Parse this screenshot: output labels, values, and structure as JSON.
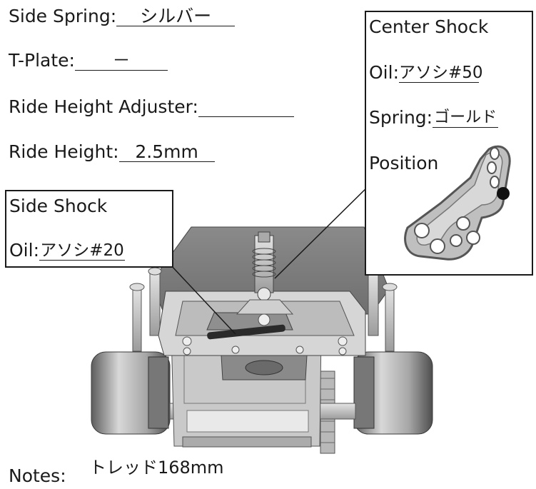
{
  "fields": {
    "side_spring": {
      "label": "Side Spring:",
      "value": "シルバー"
    },
    "t_plate": {
      "label": "T-Plate:",
      "value": "－"
    },
    "ride_height_adjuster": {
      "label": "Ride Height Adjuster:",
      "value": ""
    },
    "ride_height": {
      "label": "Ride Height:",
      "value": "2.5mm"
    }
  },
  "center_shock": {
    "title": "Center Shock",
    "oil_label": "Oil:",
    "oil_value": "アソシ#50",
    "spring_label": "Spring:",
    "spring_value": "ゴールド",
    "position_label": "Position"
  },
  "side_shock": {
    "title": "Side Shock",
    "oil_label": "Oil:",
    "oil_value": "アソシ#20"
  },
  "notes": {
    "label": "Notes:",
    "value": "トレッド168mm"
  },
  "colors": {
    "ink": "#1a1a1a",
    "chassis_light": "#d3d3d3",
    "chassis_mid": "#9a9a9a",
    "chassis_dark": "#555555"
  }
}
